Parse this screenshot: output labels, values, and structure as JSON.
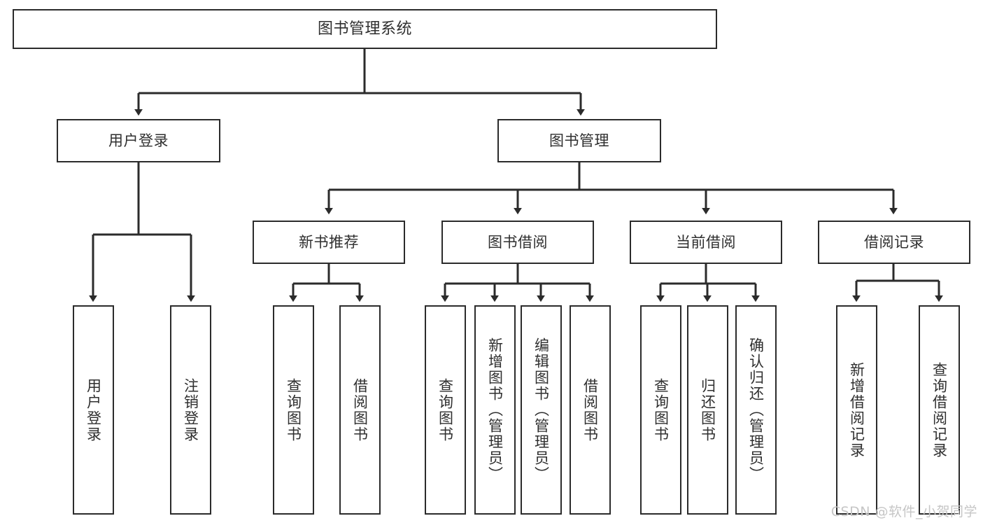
{
  "diagram": {
    "title": "图书管理系统",
    "type": "tree",
    "watermark": "CSDN @软件_小贺同学",
    "colors": {
      "box_border": "#2b2b2b",
      "box_fill": "#ffffff",
      "line": "#2b2b2b",
      "text": "#2f2f2f",
      "watermark": "#c6c6c6",
      "background": "#ffffff"
    },
    "root": {
      "label": "图书管理系统"
    },
    "level2": [
      {
        "id": "user-login",
        "label": "用户登录"
      },
      {
        "id": "book-manage",
        "label": "图书管理"
      }
    ],
    "level3": [
      {
        "id": "new-book-recommend",
        "label": "新书推荐"
      },
      {
        "id": "book-borrow",
        "label": "图书借阅"
      },
      {
        "id": "current-borrow",
        "label": "当前借阅"
      },
      {
        "id": "borrow-record",
        "label": "借阅记录"
      }
    ],
    "leaves": {
      "user_login": [
        {
          "id": "leaf-user-login",
          "label": "用户登录"
        },
        {
          "id": "leaf-logout-login",
          "label": "注销登录"
        }
      ],
      "new_book_recommend": [
        {
          "id": "leaf-query-book-1",
          "label": "查询图书"
        },
        {
          "id": "leaf-borrow-book-1",
          "label": "借阅图书"
        }
      ],
      "book_borrow": [
        {
          "id": "leaf-query-book-2",
          "label": "查询图书"
        },
        {
          "id": "leaf-add-book-admin",
          "label": "新增图书（管理员）"
        },
        {
          "id": "leaf-edit-book-admin",
          "label": "编辑图书（管理员）"
        },
        {
          "id": "leaf-borrow-book-2",
          "label": "借阅图书"
        }
      ],
      "current_borrow": [
        {
          "id": "leaf-query-book-3",
          "label": "查询图书"
        },
        {
          "id": "leaf-return-book",
          "label": "归还图书"
        },
        {
          "id": "leaf-confirm-return-admin",
          "label": "确认归还（管理员）"
        }
      ],
      "borrow_record": [
        {
          "id": "leaf-add-borrow-record",
          "label": "新增借阅记录"
        },
        {
          "id": "leaf-query-borrow-record",
          "label": "查询借阅记录"
        }
      ]
    }
  }
}
